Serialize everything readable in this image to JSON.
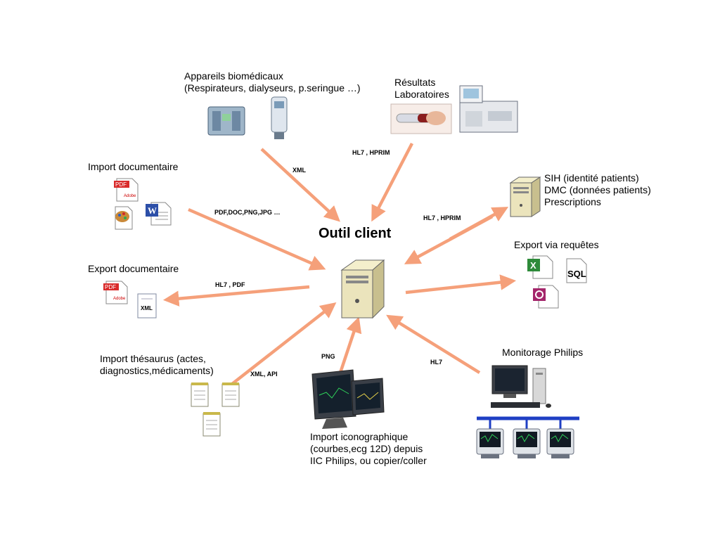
{
  "center": {
    "title": "Outil client"
  },
  "nodes": {
    "biomedical": {
      "line1": "Appareils biomédicaux",
      "line2": "(Respirateurs, dialyseurs, p.seringue …)"
    },
    "labo": {
      "line1": "Résultats",
      "line2": "Laboratoires"
    },
    "import_doc": {
      "label": "Import documentaire"
    },
    "export_doc": {
      "label": "Export documentaire"
    },
    "sih": {
      "line1": "SIH (identité patients)",
      "line2": "DMC (données patients)",
      "line3": "Prescriptions"
    },
    "export_req": {
      "label": "Export via requêtes"
    },
    "thesaurus": {
      "line1": "Import thésaurus (actes,",
      "line2": "diagnostics,médicaments)"
    },
    "icono": {
      "line1": "Import iconographique",
      "line2": "(courbes,ecg 12D) depuis",
      "line3": "IIC Philips, ou copier/coller"
    },
    "monitoring": {
      "label": "Monitorage Philips"
    }
  },
  "protocols": {
    "biomedical": "XML",
    "labo": "HL7 , HPRIM",
    "import_doc": "PDF,DOC,PNG,JPG …",
    "sih": "HL7 , HPRIM",
    "export_doc": "HL7 , PDF",
    "thesaurus": "XML, API",
    "icono": "PNG",
    "monitoring": "HL7"
  },
  "icon_text": {
    "pdf": "PDF",
    "adobe": "Adobe",
    "word": "W",
    "xml": "XML",
    "sql": "SQL",
    "excel": "X"
  },
  "colors": {
    "arrow": "#F5A07A",
    "network": "#1F3FC4"
  }
}
